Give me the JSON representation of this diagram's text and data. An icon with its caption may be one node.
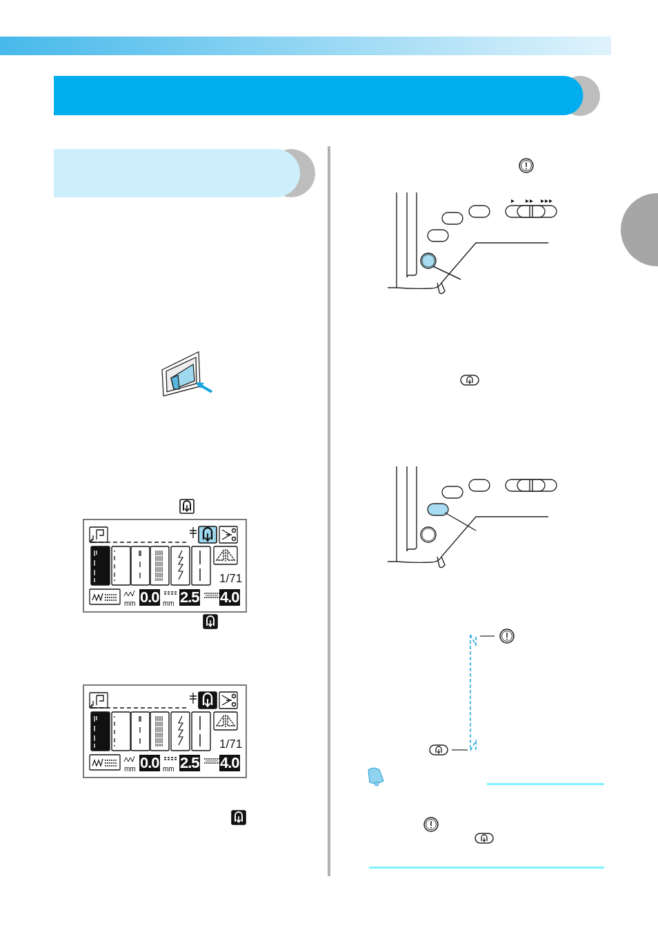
{
  "diagram": {
    "nodes": [
      {
        "text": [],
        "shape": "circle"
      }
    ],
    "labels": [
      "1/71",
      "mm",
      "0.0",
      "mm",
      "2.5",
      "4.0",
      "1/71",
      "mm",
      "0.0",
      "mm",
      "2.5",
      "4.0"
    ]
  }
}
